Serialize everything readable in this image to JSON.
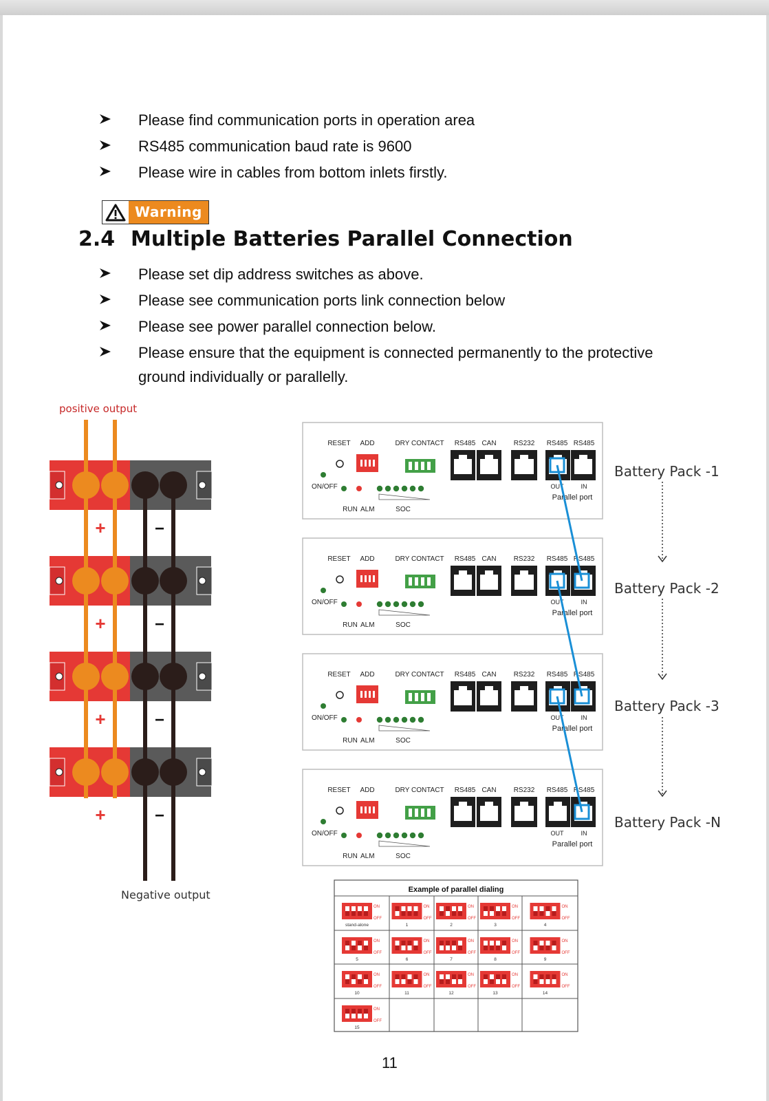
{
  "intro_bullets": [
    "Please find communication ports in operation area",
    "RS485 communication baud rate is 9600",
    "Please wire in cables from bottom inlets firstly."
  ],
  "warning": {
    "label": "Warning"
  },
  "section": {
    "number": "2.4",
    "title": "Multiple Batteries Parallel Connection"
  },
  "section_bullets": [
    "Please set dip address switches as above.",
    "Please see communication ports link connection below",
    "Please see power parallel connection below.",
    "Please ensure that the equipment is connected permanently to the protective",
    "ground individually or parallelly."
  ],
  "power_diagram": {
    "positive_label": "positive output",
    "negative_label": "Negative output",
    "plus_sign": "+",
    "minus_sign": "−"
  },
  "panel_labels": {
    "reset": "RESET",
    "add": "ADD",
    "dry_contact": "DRY CONTACT",
    "rs485": "RS485",
    "can": "CAN",
    "rs232": "RS232",
    "on_off": "ON/OFF",
    "run": "RUN",
    "alm": "ALM",
    "soc": "SOC",
    "out": "OUT",
    "in": "IN",
    "parallel_port": "Parallel port"
  },
  "battery_packs": [
    "Battery Pack -1",
    "Battery Pack -2",
    "Battery Pack -3",
    "Battery Pack -N"
  ],
  "dip_table": {
    "title": "Example of parallel dialing",
    "on": "ON",
    "off": "OFF",
    "labels": [
      "stand-alone",
      "1",
      "2",
      "3",
      "4",
      "5",
      "6",
      "7",
      "8",
      "9",
      "10",
      "11",
      "12",
      "13",
      "14",
      "15"
    ]
  },
  "page_number": "11",
  "colors": {
    "orange": "#ec8a1f",
    "red_terminal": "#e53935",
    "cable_blue": "#1a8fd6",
    "positive_text": "#c62828"
  }
}
